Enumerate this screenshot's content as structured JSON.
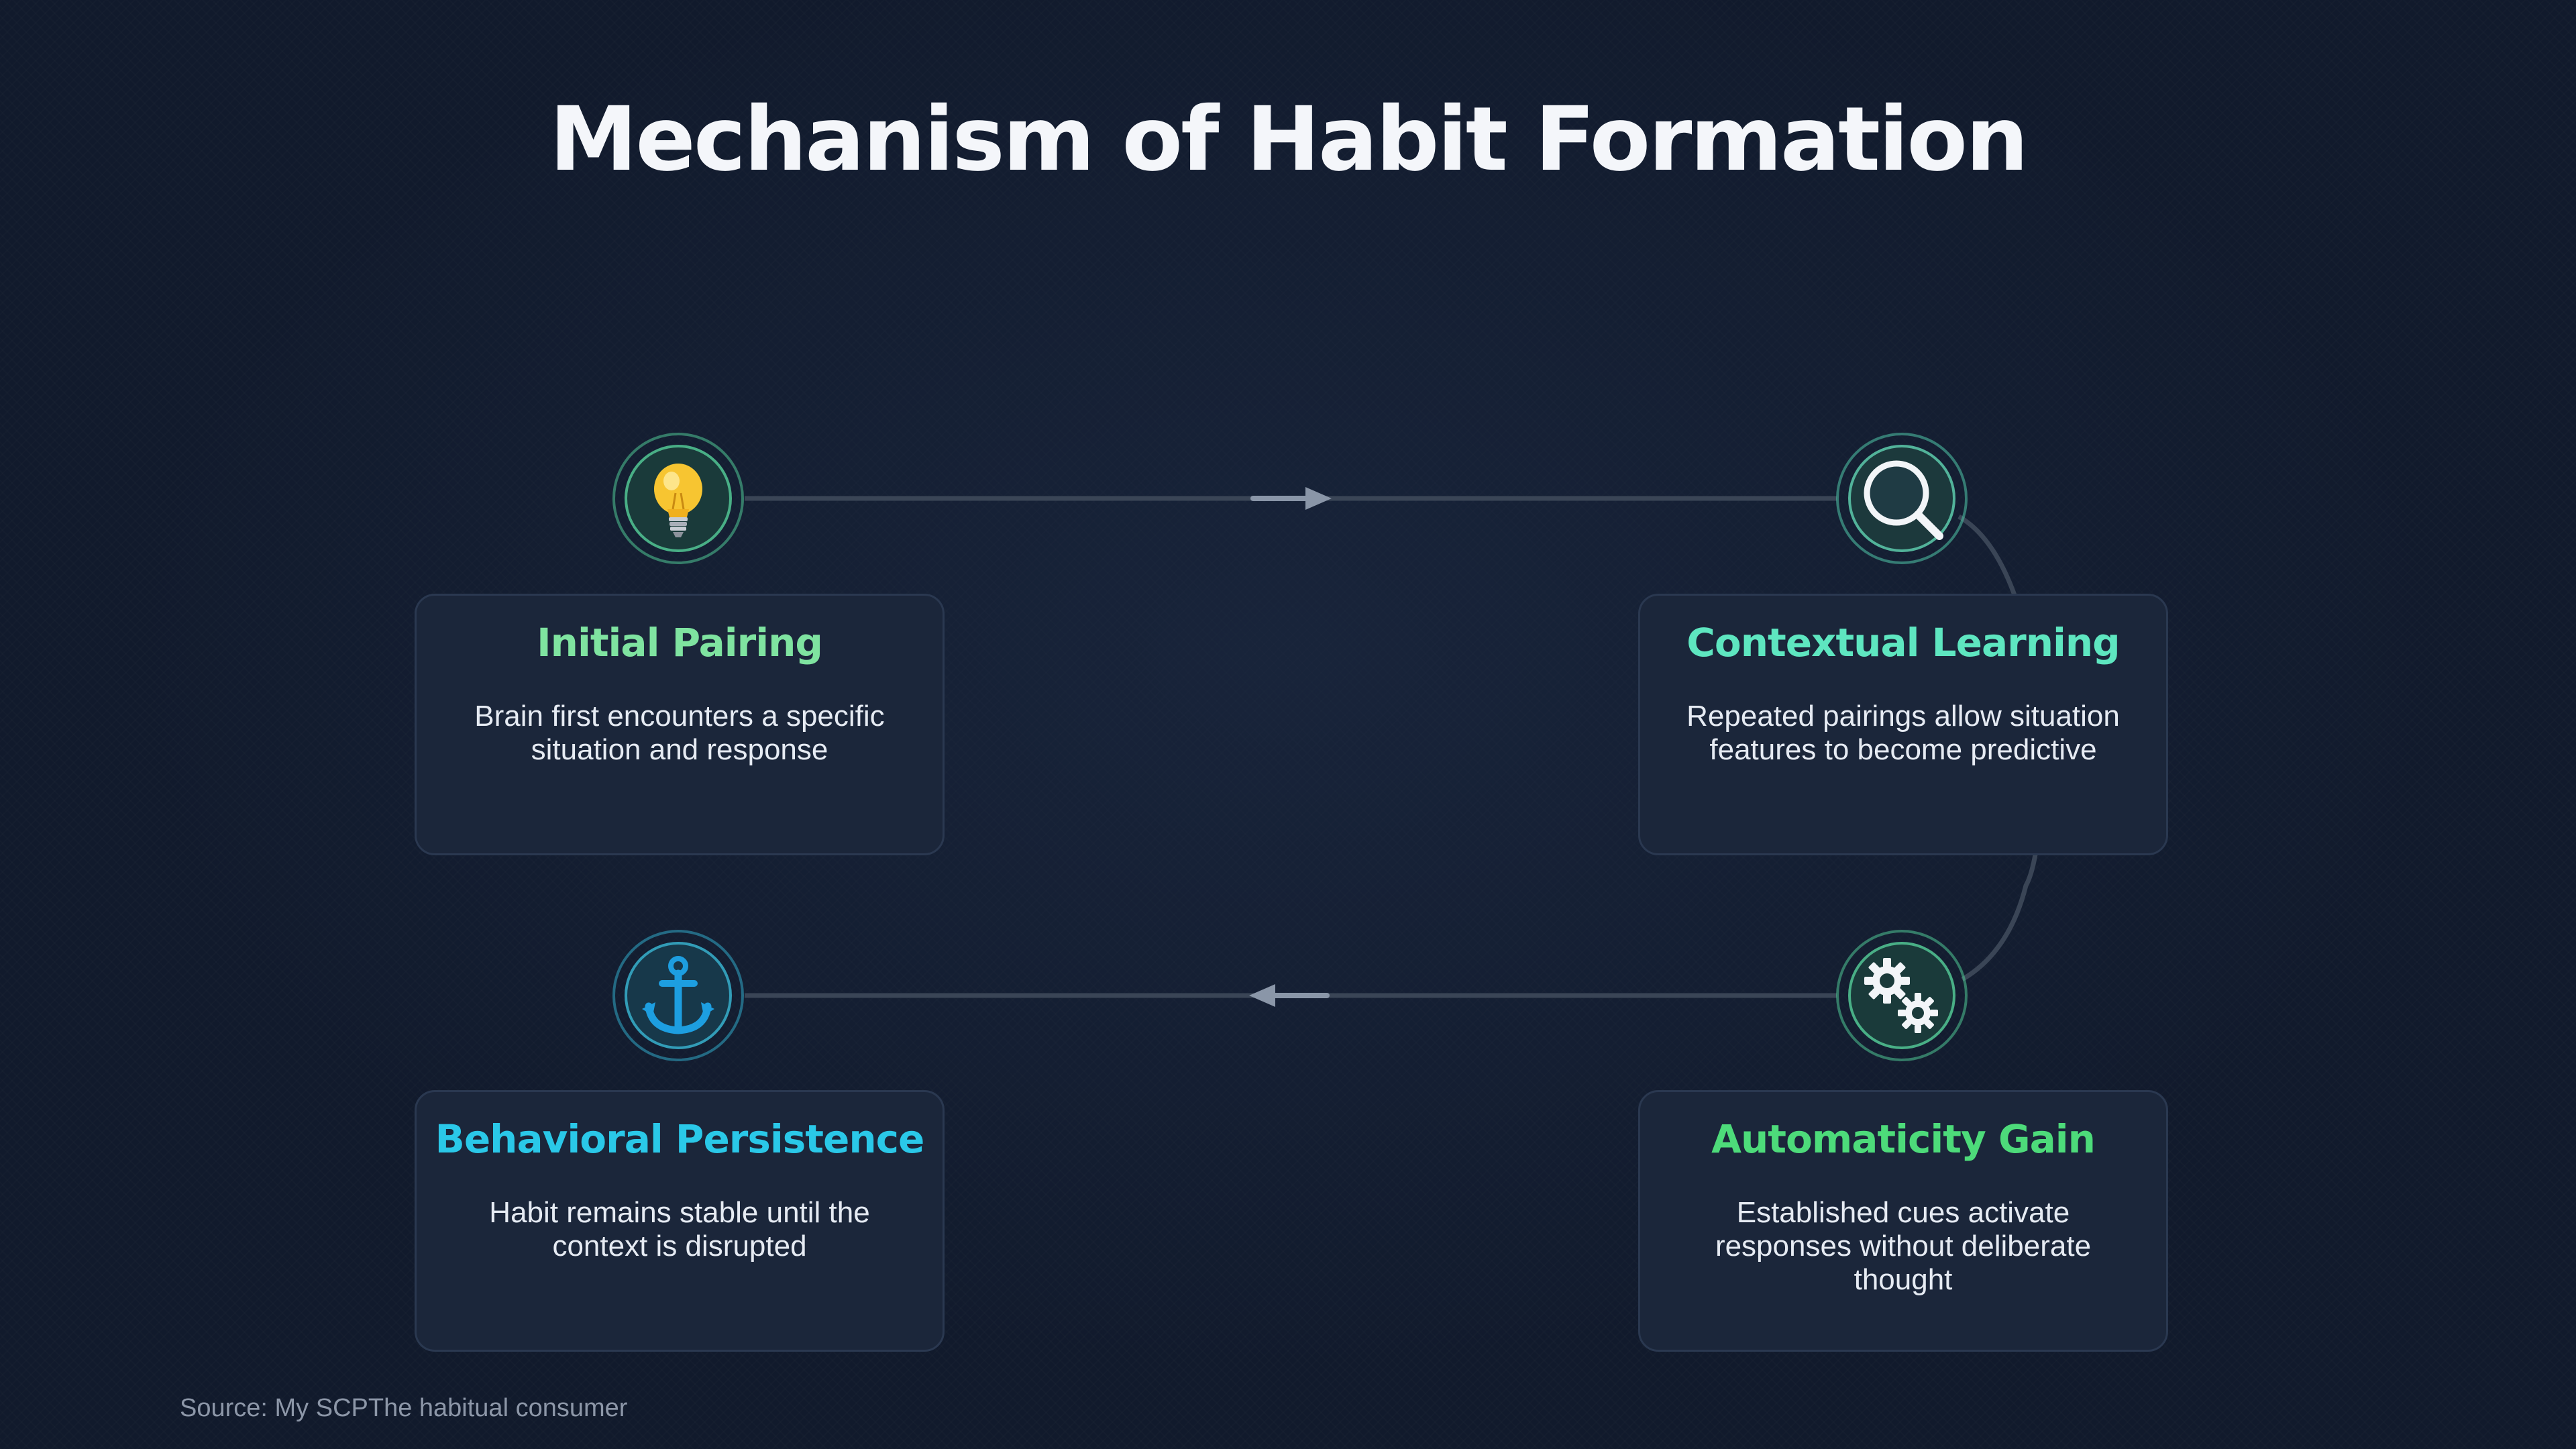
{
  "title": "Mechanism of Habit Formation",
  "colors": {
    "background": "#111a2c",
    "card_background": "#1b263a",
    "connector": "#3a4556",
    "arrow": "#8a96a8",
    "initial_pairing": "#7fe3a0",
    "contextual_learning": "#5ee6c0",
    "automaticity_gain": "#4ddb7a",
    "behavioral_persistence": "#2ac8e8"
  },
  "steps": [
    {
      "title": "Initial Pairing",
      "description": "Brain first encounters a specific situation and response",
      "icon": "lightbulb-icon"
    },
    {
      "title": "Contextual Learning",
      "description": "Repeated pairings allow situation features to become predictive",
      "icon": "magnifier-icon"
    },
    {
      "title": "Automaticity Gain",
      "description": "Established cues activate responses without deliberate thought",
      "icon": "gears-icon"
    },
    {
      "title": "Behavioral Persistence",
      "description": "Habit remains stable until the context is disrupted",
      "icon": "anchor-icon"
    }
  ],
  "source": "Source: My SCPThe habitual consumer"
}
